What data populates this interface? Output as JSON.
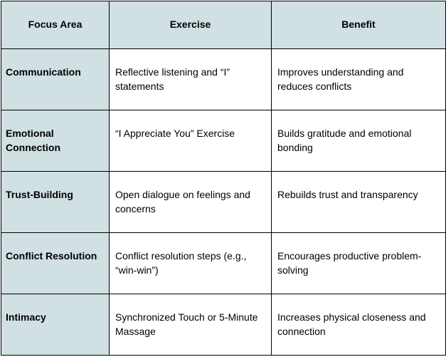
{
  "table": {
    "headers": [
      "Focus Area",
      "Exercise",
      "Benefit"
    ],
    "rows": [
      {
        "focus_area": "Communication",
        "exercise": "Reflective listening and “I” statements",
        "benefit": "Improves understanding and reduces conflicts"
      },
      {
        "focus_area": "Emotional Connection",
        "exercise": "“I Appreciate You” Exercise",
        "benefit": "Builds gratitude and emotional bonding"
      },
      {
        "focus_area": "Trust-Building",
        "exercise": "Open dialogue on feelings and concerns",
        "benefit": "Rebuilds trust and transparency"
      },
      {
        "focus_area": "Conflict Resolution",
        "exercise": "Conflict resolution steps (e.g., “win-win”)",
        "benefit": "Encourages productive problem-solving"
      },
      {
        "focus_area": "Intimacy",
        "exercise": "Synchronized Touch or 5-Minute Massage",
        "benefit": "Increases physical closeness and connection"
      }
    ]
  },
  "colors": {
    "header_fill": "#d0e0e3",
    "border": "#000000"
  }
}
